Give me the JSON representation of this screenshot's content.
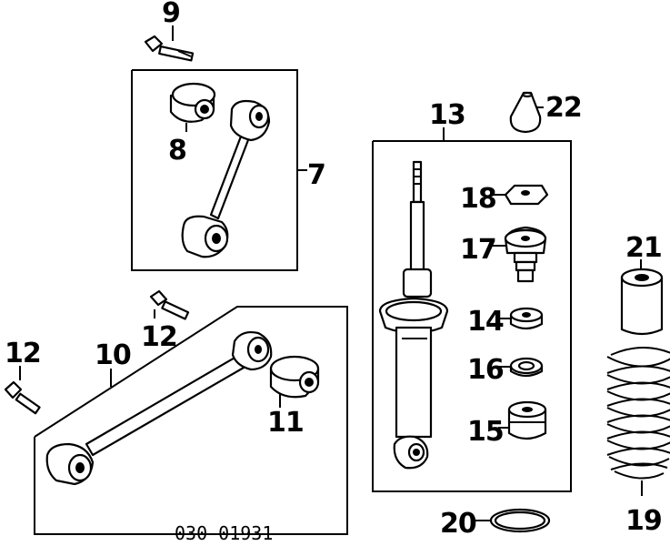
{
  "figure_code": "030-01931",
  "callouts": {
    "c7": "7",
    "c8": "8",
    "c9": "9",
    "c10": "10",
    "c11": "11",
    "c12a": "12",
    "c12b": "12",
    "c13": "13",
    "c14": "14",
    "c15": "15",
    "c16": "16",
    "c17": "17",
    "c18": "18",
    "c19": "19",
    "c20": "20",
    "c21": "21",
    "c22": "22"
  },
  "colors": {
    "ink": "#000000",
    "paper": "#ffffff"
  }
}
